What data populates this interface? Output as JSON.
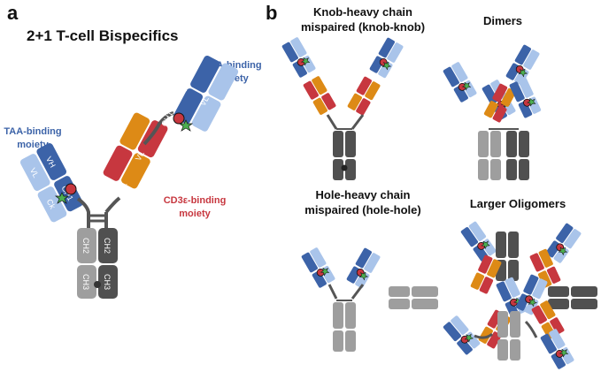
{
  "panels": {
    "a": "a",
    "b": "b"
  },
  "panel_a": {
    "title": "2+1 T-cell Bispecifics",
    "taa_top_1": "TAA-binding",
    "taa_top_2": "moiety",
    "taa_left_1": "TAA-binding",
    "taa_left_2": "moiety",
    "cd3_1": "CD3ε-binding",
    "cd3_2": "moiety",
    "domains": {
      "vh": "VH",
      "vl": "VL",
      "ch1": "CH1",
      "ck": "Ck",
      "ch2": "CH2",
      "ch3": "CH3"
    }
  },
  "panel_b": {
    "knob_1": "Knob-heavy chain",
    "knob_2": "mispaired (knob-knob)",
    "dimers": "Dimers",
    "hole_1": "Hole-heavy chain",
    "hole_2": "mispaired (hole-hole)",
    "oligo": "Larger Oligomers"
  },
  "colors": {
    "vh_blue": "#3c63a8",
    "vl_light_blue": "#a9c4ea",
    "cd3_red": "#c7373f",
    "cd3_orange": "#dd8a16",
    "fc_light_grey": "#9e9e9e",
    "fc_dark_grey": "#505050"
  }
}
